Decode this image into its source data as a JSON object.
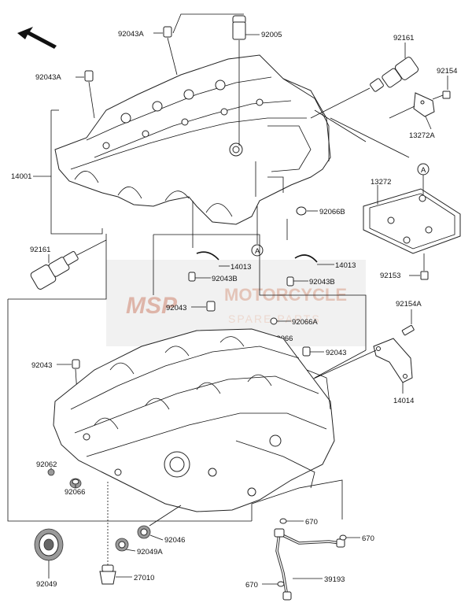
{
  "watermark": {
    "logo": "MSP",
    "line1": "MOTORCYCLE",
    "line2": "SPARE PARTS"
  },
  "labels": {
    "p92043A_top": "92043A",
    "p92005": "92005",
    "p92161_top": "92161",
    "p92043A_left": "92043A",
    "p92154": "92154",
    "p13272A": "13272A",
    "p14001": "14001",
    "p13272": "13272",
    "callout_A_upper": "A",
    "callout_A_right": "A",
    "p92066B": "92066B",
    "p92161_left": "92161",
    "p14013_left": "14013",
    "p14013_right": "14013",
    "p92043B_left": "92043B",
    "p92043B_right": "92043B",
    "p92153": "92153",
    "p92043_mid": "92043",
    "p92066A": "92066A",
    "p92154A": "92154A",
    "p92066_mid": "92066",
    "p92043_left": "92043",
    "p92043_right": "92043",
    "p14014": "14014",
    "p92062": "92062",
    "p92066_low": "92066",
    "p670_top": "670",
    "p670_right": "670",
    "p92046": "92046",
    "p92049A": "92049A",
    "p92049": "92049",
    "p27010": "27010",
    "p39193": "39193",
    "p670_bottom": "670"
  }
}
